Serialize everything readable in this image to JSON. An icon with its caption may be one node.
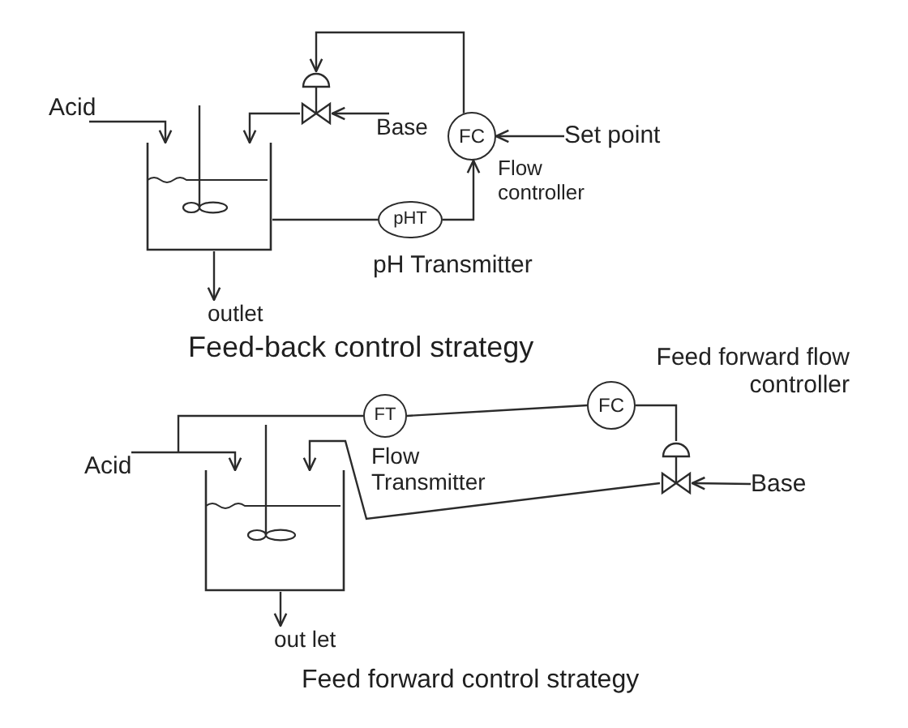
{
  "diagram": {
    "nodes": [
      {
        "text": [
          "Acid"
        ]
      },
      {
        "text": [],
        "shape": "valve"
      },
      {
        "text": [
          "FC"
        ],
        "beside": [
          "Flow controller"
        ]
      },
      {
        "text": [
          "Base"
        ]
      },
      {
        "text": [
          "Set point"
        ]
      },
      {
        "text": [],
        "shape": "tank"
      },
      {
        "text": [
          "pHT"
        ],
        "beside": [
          "pH Transmitter"
        ]
      },
      {
        "text": [
          "outlet"
        ]
      },
      {
        "text": [
          "FT"
        ],
        "beside": [
          "Flow Transmitter"
        ]
      },
      {
        "text": [
          "FC"
        ],
        "beside": [
          "Feed forward flow controller"
        ]
      },
      {
        "text": [],
        "shape": "tank"
      },
      {
        "text": [
          "Acid"
        ]
      },
      {
        "text": [],
        "shape": "valve"
      },
      {
        "text": [
          "Base"
        ]
      },
      {
        "text": [
          "out let"
        ]
      }
    ],
    "edges": [
      {
        "from": 0,
        "to": 5,
        "arrow": "to"
      },
      {
        "from": 3,
        "to": 1,
        "arrow": "to"
      },
      {
        "from": 1,
        "to": 5,
        "arrow": "to"
      },
      {
        "from": 2,
        "to": 1,
        "arrow": "to"
      },
      {
        "from": 4,
        "to": 2,
        "arrow": "to"
      },
      {
        "from": 5,
        "to": 6,
        "arrow": "none"
      },
      {
        "from": 6,
        "to": 2,
        "arrow": "to"
      },
      {
        "from": 5,
        "to": 7,
        "arrow": "to"
      },
      {
        "from": 11,
        "to": 10,
        "arrow": "to"
      },
      {
        "from": null,
        "to": 8,
        "arrow": "none"
      },
      {
        "from": 8,
        "to": 9,
        "arrow": "none"
      },
      {
        "from": 9,
        "to": 12,
        "arrow": "none"
      },
      {
        "from": 13,
        "to": 12,
        "arrow": "to"
      },
      {
        "from": 12,
        "to": 10,
        "arrow": "to"
      },
      {
        "from": 10,
        "to": 14,
        "arrow": "to"
      }
    ],
    "labels": [
      "Feed-back control strategy",
      "Feed forward control strategy"
    ]
  }
}
